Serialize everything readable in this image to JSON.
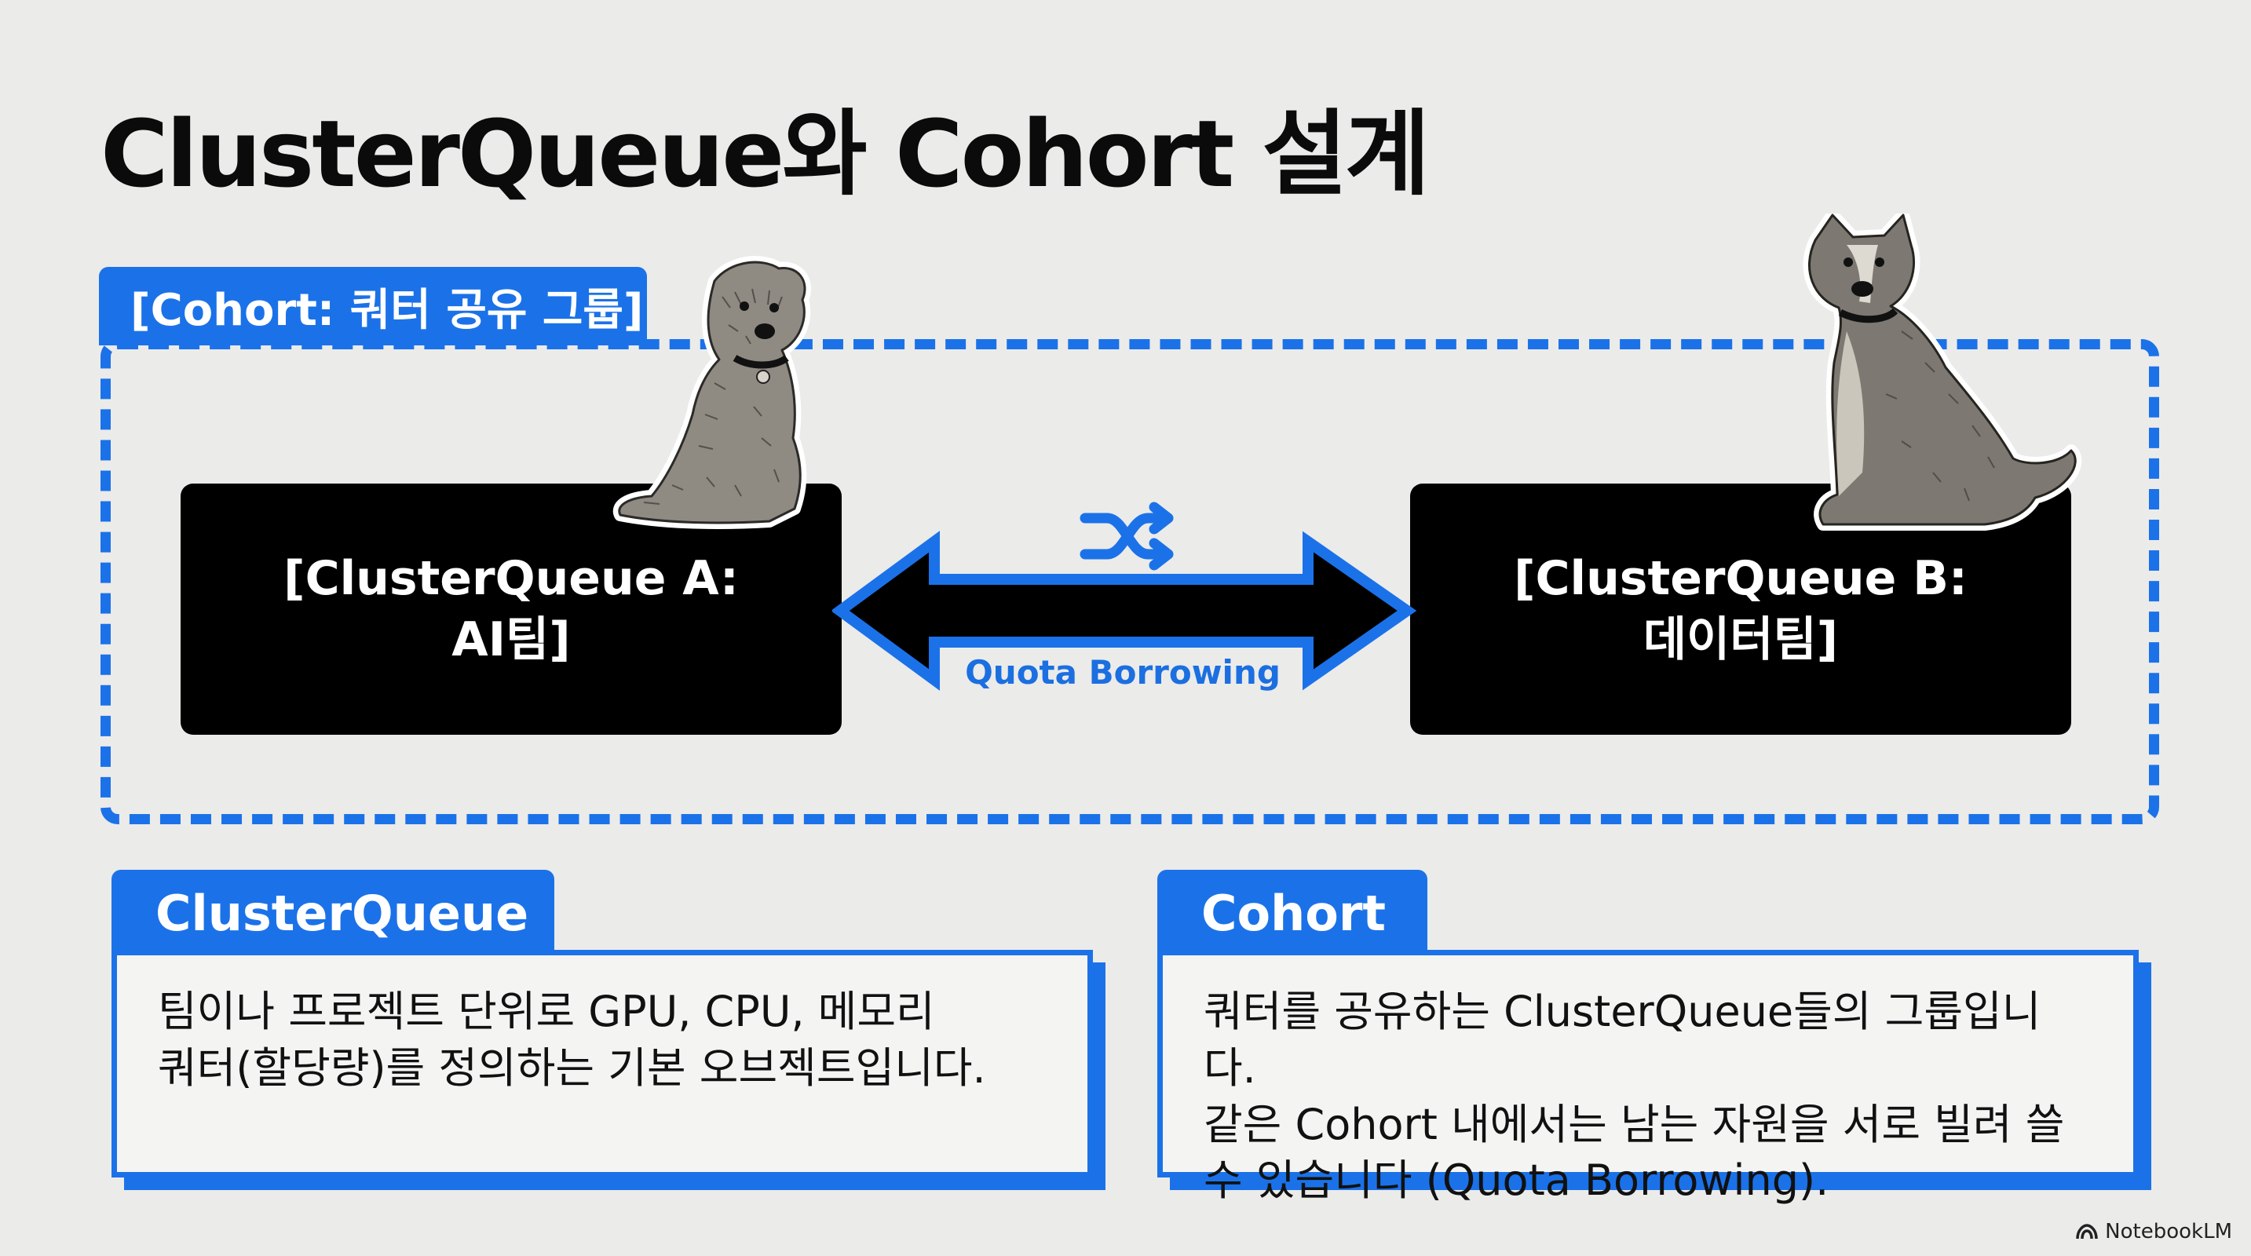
{
  "slide": {
    "title": "ClusterQueue와 Cohort 설계",
    "cohort_label": "[Cohort: 쿼터 공유 그룹]",
    "queue_a": {
      "line1": "[ClusterQueue A:",
      "line2": "AI팀]"
    },
    "queue_b": {
      "line1": "[ClusterQueue B:",
      "line2": "데이터팀]"
    },
    "borrow_label": "Quota Borrowing",
    "cards": [
      {
        "title": "ClusterQueue",
        "lines": [
          "팀이나 프로젝트 단위로 GPU, CPU, 메모리",
          "쿼터(할당량)를 정의하는 기본 오브젝트입니다."
        ]
      },
      {
        "title": "Cohort",
        "lines": [
          "쿼터를 공유하는 ClusterQueue들의 그룹입니다.",
          "같은 Cohort 내에서는 남는 자원을 서로 빌려 쓸",
          "수 있습니다 (Quota Borrowing)."
        ]
      }
    ],
    "footer": "NotebookLM"
  },
  "colors": {
    "accent": "#1b72e8",
    "box": "#000000",
    "background": "#ebebea"
  },
  "icons": [
    "shuffle-icon",
    "dog-illustration-left",
    "dog-illustration-right",
    "notebooklm-logo-icon"
  ]
}
